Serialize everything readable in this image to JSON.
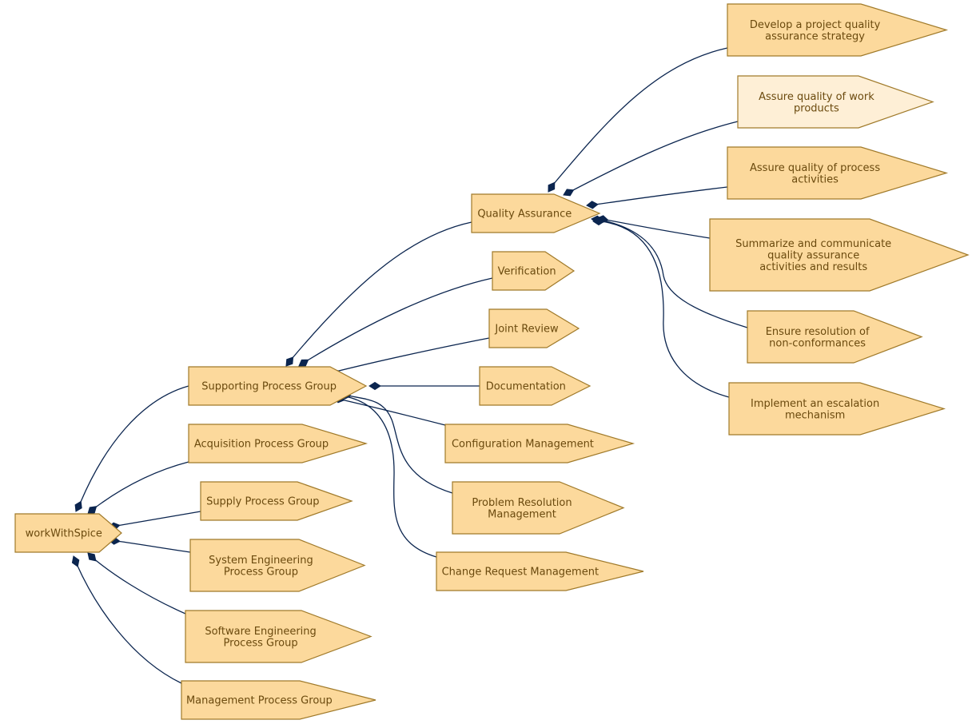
{
  "nodes": {
    "root": {
      "lines": [
        "workWithSpice"
      ]
    },
    "supporting": {
      "lines": [
        "Supporting Process Group"
      ]
    },
    "acquisition": {
      "lines": [
        "Acquisition Process Group"
      ]
    },
    "supply": {
      "lines": [
        "Supply Process Group"
      ]
    },
    "system_engineering": {
      "lines": [
        "System Engineering",
        "Process Group"
      ]
    },
    "software_engineering": {
      "lines": [
        "Software Engineering",
        "Process Group"
      ]
    },
    "management": {
      "lines": [
        "Management Process Group"
      ]
    },
    "quality_assurance": {
      "lines": [
        "Quality Assurance"
      ]
    },
    "verification": {
      "lines": [
        "Verification"
      ]
    },
    "joint_review": {
      "lines": [
        "Joint Review"
      ]
    },
    "documentation": {
      "lines": [
        "Documentation"
      ]
    },
    "configuration_management": {
      "lines": [
        "Configuration Management"
      ]
    },
    "problem_resolution": {
      "lines": [
        "Problem Resolution",
        "Management"
      ]
    },
    "change_request": {
      "lines": [
        "Change Request Management"
      ]
    },
    "qa_strategy": {
      "lines": [
        "Develop a project quality",
        "assurance strategy"
      ]
    },
    "qa_work_products": {
      "lines": [
        "Assure quality of work",
        "products"
      ]
    },
    "qa_process_activities": {
      "lines": [
        "Assure quality of process",
        "activities"
      ]
    },
    "qa_summarize": {
      "lines": [
        "Summarize and communicate",
        "quality assurance",
        "activities and results"
      ]
    },
    "qa_nonconformances": {
      "lines": [
        "Ensure resolution of",
        "non-conformances"
      ]
    },
    "qa_escalation": {
      "lines": [
        "Implement an escalation",
        "mechanism"
      ]
    }
  },
  "colors": {
    "node_fill": "#fcd99c",
    "node_fill_highlight": "#feefd6",
    "node_border": "#a07a2a",
    "node_text": "#6b4a0e",
    "edge": "#0b254f"
  }
}
